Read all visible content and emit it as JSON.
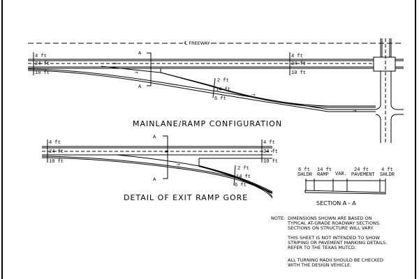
{
  "top_plan": {
    "centerline_label": "℄ FREEWAY",
    "section_mark": "A",
    "dims_left": [
      "4 ft",
      "24 ft",
      "10 ft"
    ],
    "dims_right": [
      "4 ft",
      "24 ft",
      "10 ft"
    ],
    "ramp_dims": [
      "2 ft",
      "14 ft",
      "6 ft"
    ],
    "title": "MAINLANE/RAMP CONFIGURATION"
  },
  "detail": {
    "section_mark": "A",
    "dims_left": [
      "4 ft",
      "24 ft",
      "10 ft"
    ],
    "dims_right": [
      "4 ft",
      "24 ft",
      "10 ft"
    ],
    "ramp_dims": [
      "2 ft",
      "14 ft",
      "6 ft"
    ],
    "title": "DETAIL OF EXIT RAMP GORE"
  },
  "section": {
    "columns": [
      {
        "dim": "6 ft",
        "label": "SHLDR"
      },
      {
        "dim": "14 ft",
        "label": "RAMP"
      },
      {
        "dim": "",
        "label": "VAR."
      },
      {
        "dim": "24 ft",
        "label": "PAVEMENT"
      },
      {
        "dim": "4 ft",
        "label": "SHLDR"
      }
    ],
    "title": "SECTION  A - A"
  },
  "notes": {
    "prefix": "NOTE:",
    "lines1": [
      "DIMENSIONS SHOWN ARE BASED ON",
      "TYPICAL AT-GRADE ROADWAY SECTIONS.",
      "SECTIONS ON STRUCTURE WILL VARY."
    ],
    "lines2": [
      "THIS SHEET IS NOT INTENDED TO SHOW",
      "STRIPING OR PAVEMENT MARKING DETAILS.",
      "REFER TO THE TEXAS MUTCD."
    ],
    "lines3": [
      "ALL TURNING RADII SHOULD BE CHECKED",
      "WITH THE DESIGN VEHICLE."
    ]
  }
}
